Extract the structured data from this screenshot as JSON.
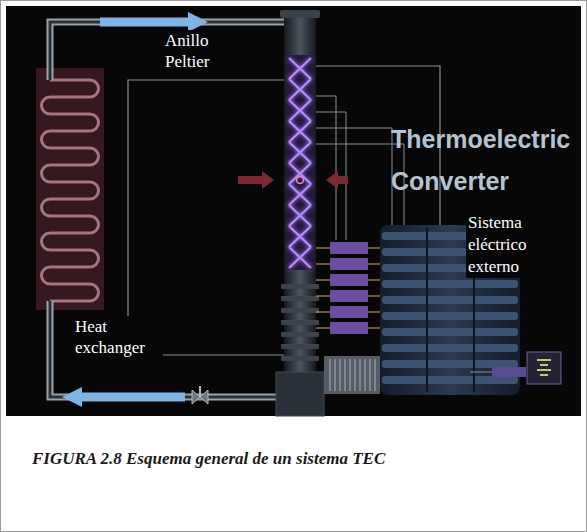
{
  "diagram": {
    "title": "Thermoelectric Converter",
    "caption": "FIGURA 2.8 Esquema general de un sistema TEC",
    "labels": [
      "Anillo Peltier",
      "Sistema eléctrico externo",
      "Heat exchanger"
    ]
  }
}
